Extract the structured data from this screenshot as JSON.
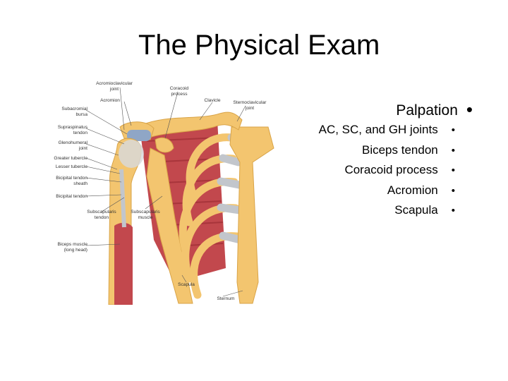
{
  "slide": {
    "title": "The Physical Exam",
    "palpation": {
      "heading": "Palpation",
      "items": [
        "AC, SC, and GH joints",
        "Biceps tendon",
        "Coracoid process",
        "Acromion",
        "Scapula"
      ]
    }
  },
  "figure": {
    "labels": {
      "ac_joint_1": "Acromioclavicular",
      "ac_joint_2": "joint",
      "acromion": "Acromion",
      "coracoid_1": "Coracoid",
      "coracoid_2": "process",
      "clavicle": "Clavicle",
      "sc_joint_1": "Sternoclavicular",
      "sc_joint_2": "joint",
      "bursa_1": "Subacromial",
      "bursa_2": "bursa",
      "supraspinatus_1": "Supraspinatus",
      "supraspinatus_2": "tendon",
      "gh_joint_1": "Glenohumeral",
      "gh_joint_2": "joint",
      "greater_tubercle": "Greater tubercle",
      "lesser_tubercle": "Lesser tubercle",
      "sheath_1": "Bicipital tendon",
      "sheath_2": "sheath",
      "bicipital_tendon": "Bicipital tendon",
      "subscap_tendon_1": "Subscapularis",
      "subscap_tendon_2": "tendon",
      "subscap_muscle_1": "Subscapularis",
      "subscap_muscle_2": "muscle",
      "biceps_1": "Biceps muscle",
      "biceps_2": "(long head)",
      "scapula": "Scapula",
      "sternum": "Sternum"
    },
    "colors": {
      "bone": "#f3c56f",
      "bone_outline": "#d9a448",
      "cartilage": "#c2c6cc",
      "muscle": "#c2484d",
      "muscle_light": "#d9777a",
      "joint_blue": "#8fa6c6"
    }
  }
}
